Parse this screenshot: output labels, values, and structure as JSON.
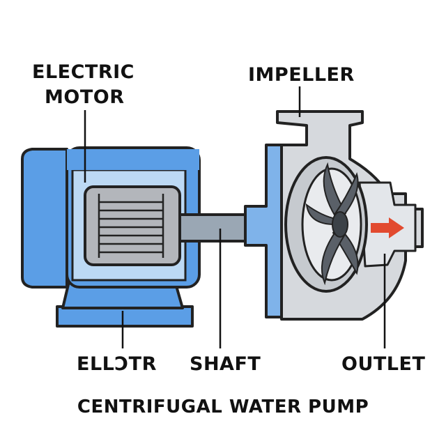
{
  "labels": {
    "motor": "ELECTRIC\nMOTOR",
    "impeller": "IMPELLER",
    "base": "ELLƆTR",
    "shaft": "SHAFT",
    "outlet": "OUTLET"
  },
  "title": "CENTRIFUGAL WATER PUMP",
  "colors": {
    "motor_blue": "#5b9ee6",
    "motor_light": "#bcd9f4",
    "core_gray": "#b3b6bb",
    "shaft_gray": "#9aa7b4",
    "casing_gray": "#d6d9dd",
    "flange_blue": "#7fb3ea",
    "impeller_dark": "#5a6068",
    "arrow_red": "#e24a2f",
    "outline": "#222222"
  }
}
